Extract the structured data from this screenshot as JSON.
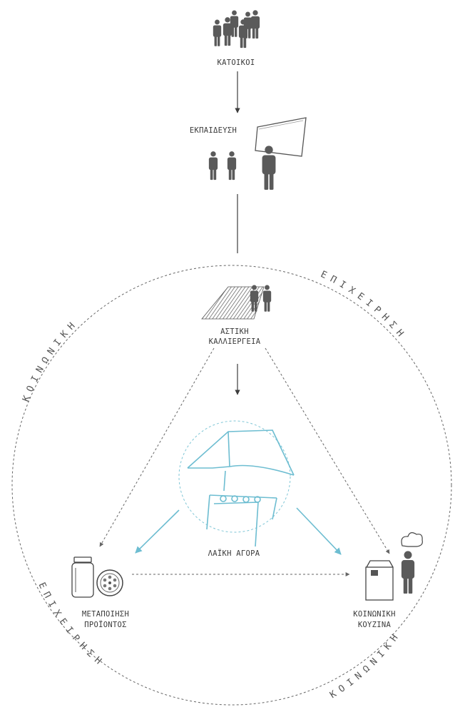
{
  "nodes": {
    "residents": "ΚΑΤΟΙΚΟΙ",
    "education": "ΕΚΠΑΙΔΕΥΣΗ",
    "farming_line1": "ΑΣΤΙΚΗ",
    "farming_line2": "ΚΑΛΛΙΕΡΓΕΙΑ",
    "market": "ΛΑΪΚΗ ΑΓΟΡΑ",
    "processing_line1": "ΜΕΤΑΠΟΙΗΣΗ",
    "processing_line2": "ΠΡΟΪΟΝΤΟΣ",
    "kitchen_line1": "ΚΟΙΝΩΝΙΚΗ",
    "kitchen_line2": "ΚΟΥΖΙΝΑ"
  },
  "ring_labels": {
    "top_left": "ΚΟΙΝΩΝΙΚΗ",
    "top_right": "ΕΠΙΧΕΙΡΗΣΗ",
    "bottom_left": "ΕΠΙΧΕΙΡΗΣΗ",
    "bottom_right": "ΚΟΙΝΩΝΙΚΗ"
  },
  "icons": [
    "people-group-icon",
    "projector-screen-icon",
    "person-icon",
    "field-icon",
    "market-stall-icon",
    "jar-icon",
    "lemon-slice-icon",
    "fridge-icon",
    "chef-icon"
  ],
  "colors": {
    "ink": "#5a5a5a",
    "accent": "#6dbdd1"
  }
}
